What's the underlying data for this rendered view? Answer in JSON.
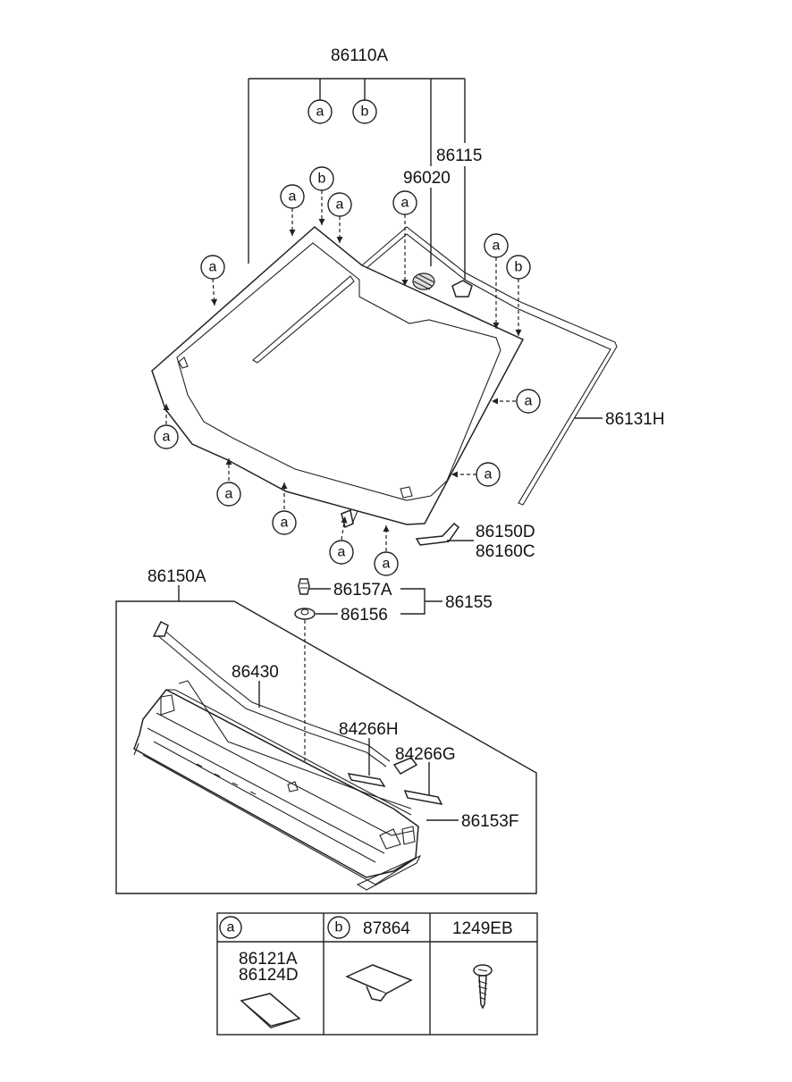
{
  "parts": {
    "p86110A": "86110A",
    "p86115": "86115",
    "p96020": "96020",
    "p86131H": "86131H",
    "p86150D": "86150D",
    "p86160C": "86160C",
    "p86157A": "86157A",
    "p86155": "86155",
    "p86156": "86156",
    "p86150A": "86150A",
    "p86430": "86430",
    "p84266H": "84266H",
    "p84266G": "84266G",
    "p86153F": "86153F"
  },
  "callouts": {
    "a": "a",
    "b": "b"
  },
  "legend": {
    "col_a": {
      "symbol": "a",
      "parts": [
        "86121A",
        "86124D"
      ]
    },
    "col_b": {
      "symbol": "b",
      "part": "87864"
    },
    "col_c": {
      "part": "1249EB"
    }
  }
}
